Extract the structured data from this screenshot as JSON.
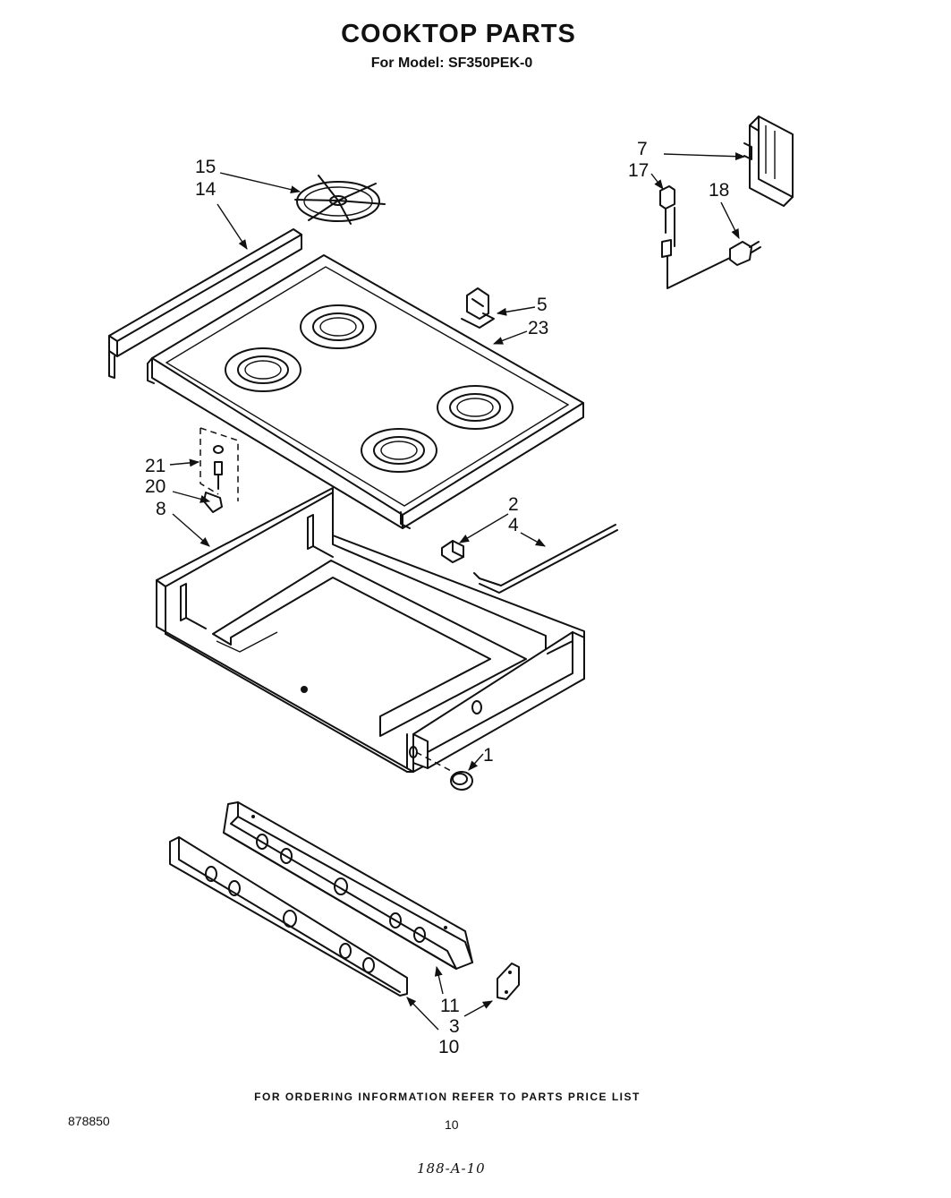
{
  "header": {
    "title": "COOKTOP PARTS",
    "subtitle": "For Model: SF350PEK-0"
  },
  "footer": {
    "ordering_note": "FOR ORDERING INFORMATION REFER TO PARTS PRICE LIST",
    "document_number": "878850",
    "page_number": "10",
    "handwritten_code": "188-A-10"
  },
  "callouts": {
    "c1": "1",
    "c2": "2",
    "c3": "3",
    "c4": "4",
    "c5": "5",
    "c7": "7",
    "c8": "8",
    "c10": "10",
    "c11": "11",
    "c14": "14",
    "c15": "15",
    "c17": "17",
    "c18": "18",
    "c20": "20",
    "c21": "21",
    "c23": "23"
  }
}
